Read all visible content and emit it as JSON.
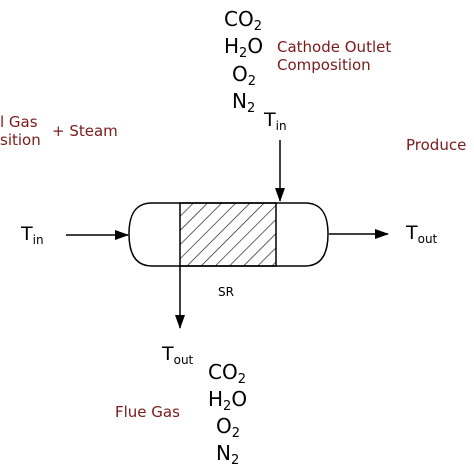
{
  "cathode_outlet": {
    "species": [
      {
        "base": "CO",
        "sub": "2"
      },
      {
        "base": "H",
        "sub": "2",
        "rest": "O"
      },
      {
        "base": "O",
        "sub": "2"
      },
      {
        "base": "N",
        "sub": "2"
      }
    ],
    "label_line1": "Cathode Outlet",
    "label_line2": "Composition"
  },
  "fuel_inlet": {
    "label_line1": "l Gas",
    "label_line2": "sition",
    "steam_label": "+ Steam"
  },
  "product_label": "Produce",
  "temperatures": {
    "t_in_left": {
      "base": "T",
      "sub": "in"
    },
    "t_in_top": {
      "base": "T",
      "sub": "in"
    },
    "t_out_right": {
      "base": "T",
      "sub": "out"
    },
    "t_out_bottom": {
      "base": "T",
      "sub": "out"
    }
  },
  "reactor_label": "SR",
  "flue_gas": {
    "label": "Flue Gas",
    "species": [
      {
        "base": "CO",
        "sub": "2"
      },
      {
        "base": "H",
        "sub": "2",
        "rest": "O"
      },
      {
        "base": "O",
        "sub": "2"
      },
      {
        "base": "N",
        "sub": "2"
      }
    ]
  },
  "colors": {
    "label_text": "#7a1a1a",
    "line": "#000000"
  }
}
